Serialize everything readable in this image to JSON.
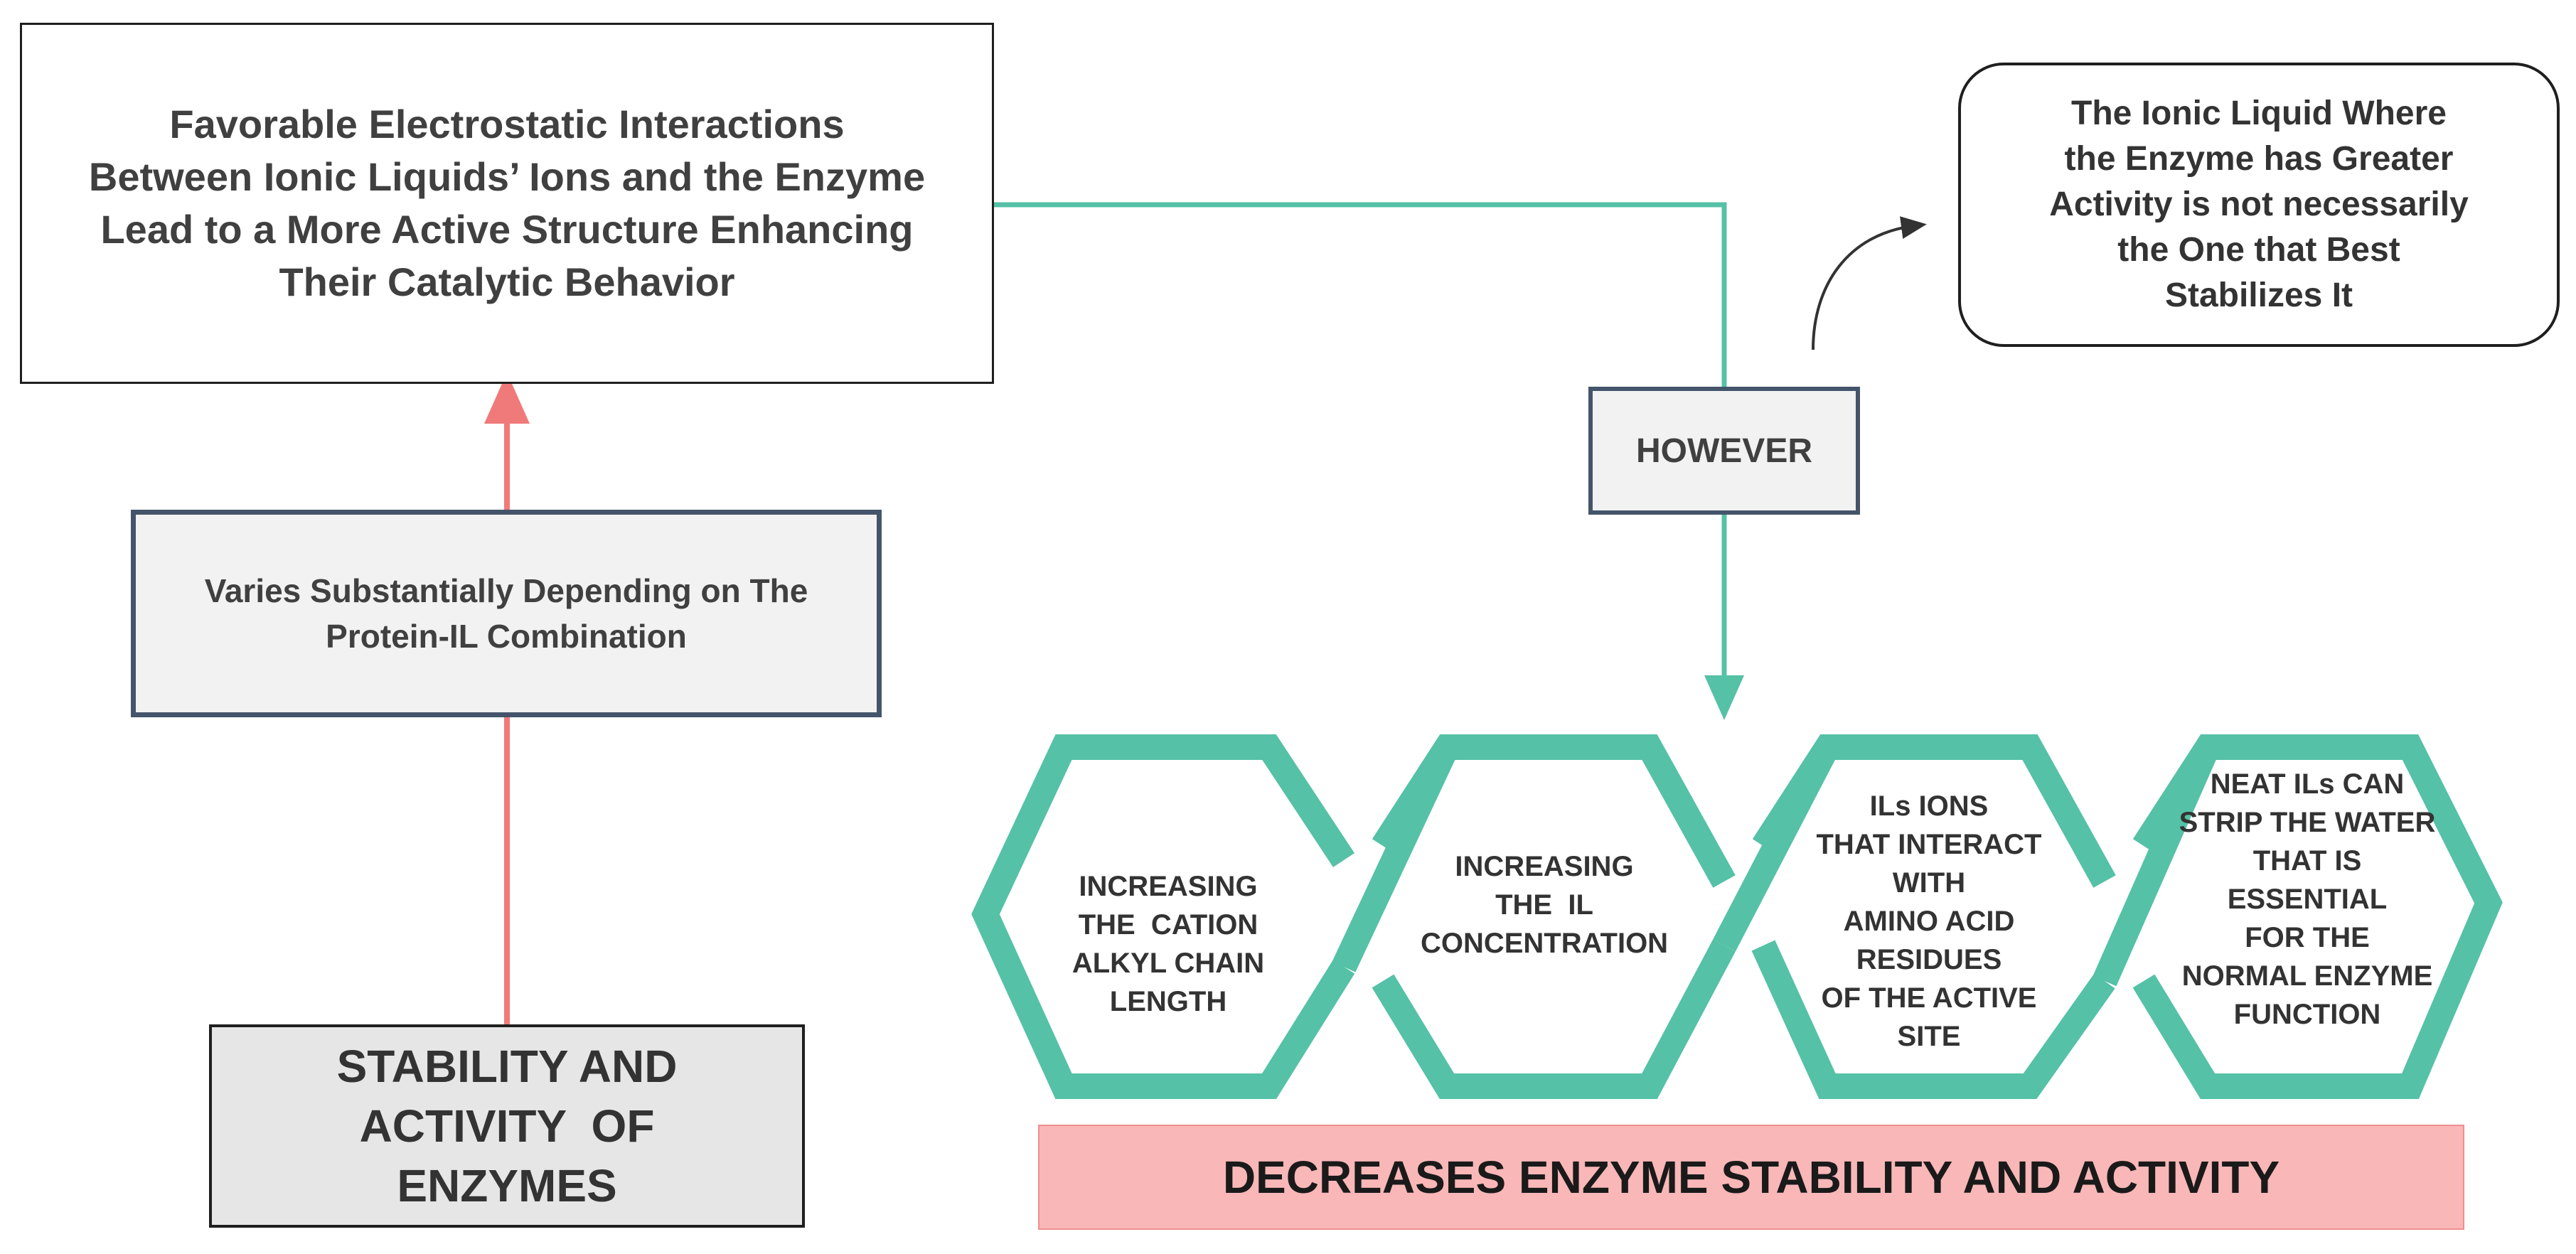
{
  "top_box": {
    "lines": [
      "Favorable Electrostatic Interactions",
      "Between Ionic Liquids’ Ions and the Enzyme",
      "Lead to a More Active Structure Enhancing",
      "Their Catalytic Behavior"
    ]
  },
  "middle_box": {
    "lines": [
      "Varies Substantially Depending on The",
      "Protein-IL Combination"
    ]
  },
  "bottom_box": {
    "lines": [
      "STABILITY AND",
      "ACTIVITY  OF",
      "ENZYMES"
    ]
  },
  "however_label": "HOWEVER",
  "note_box": {
    "lines": [
      "The Ionic Liquid Where",
      "the Enzyme has Greater",
      "Activity is not necessarily",
      "the One that Best",
      "Stabilizes It"
    ]
  },
  "hexagons": [
    {
      "lines": [
        "INCREASING",
        "THE  CATION",
        "ALKYL CHAIN",
        "LENGTH"
      ]
    },
    {
      "lines": [
        "INCREASING",
        "THE  IL",
        "CONCENTRATION"
      ]
    },
    {
      "lines": [
        "ILs IONS",
        "THAT INTERACT",
        "WITH",
        "AMINO ACID",
        "RESIDUES",
        "OF THE ACTIVE",
        "SITE"
      ]
    },
    {
      "lines": [
        "NEAT ILs CAN",
        "STRIP THE WATER",
        "THAT IS ESSENTIAL",
        "FOR THE",
        "NORMAL ENZYME",
        "FUNCTION"
      ]
    }
  ],
  "banner": "DECREASES ENZYME STABILITY AND ACTIVITY",
  "colors": {
    "teal": "#55c1a6",
    "red_arrow": "#f07a7a",
    "box_border": "#44546a",
    "banner_fill": "#f9b7b7"
  }
}
